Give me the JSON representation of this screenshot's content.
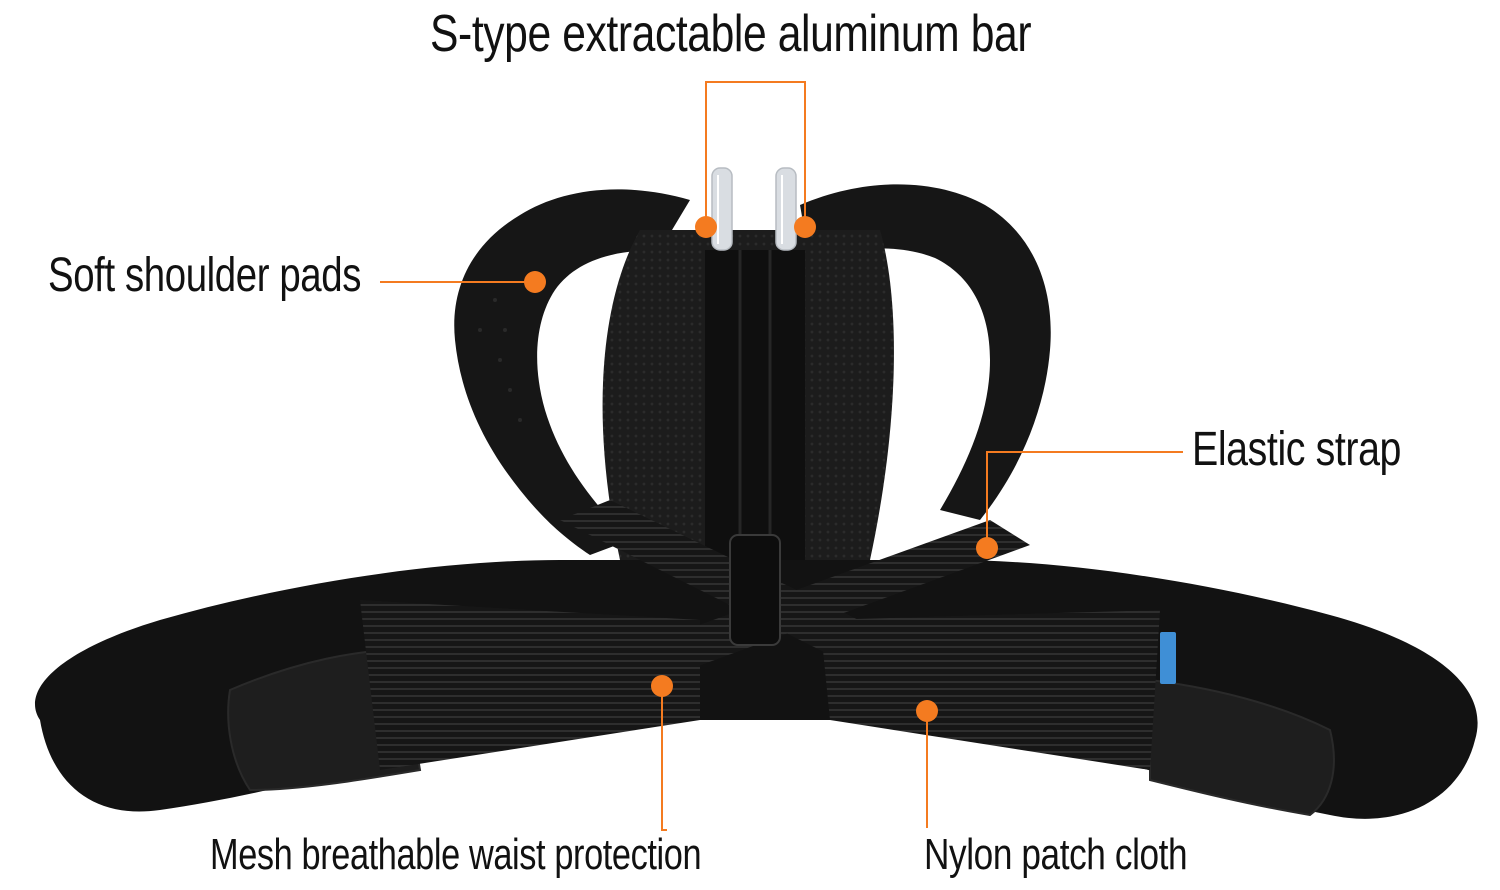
{
  "labels": {
    "aluminum_bar": "S-type extractable aluminum bar",
    "shoulder_pads": "Soft shoulder pads",
    "elastic_strap": "Elastic strap",
    "mesh_waist": "Mesh breathable waist protection",
    "nylon_patch": "Nylon patch cloth"
  },
  "colors": {
    "callout": "#f47b20",
    "brace": "#1a1a1a",
    "brace_dark": "#0d0d0d",
    "stripe": "#2c2c2c",
    "bar": "#d9dde2",
    "tag": "#3f8fd6"
  }
}
